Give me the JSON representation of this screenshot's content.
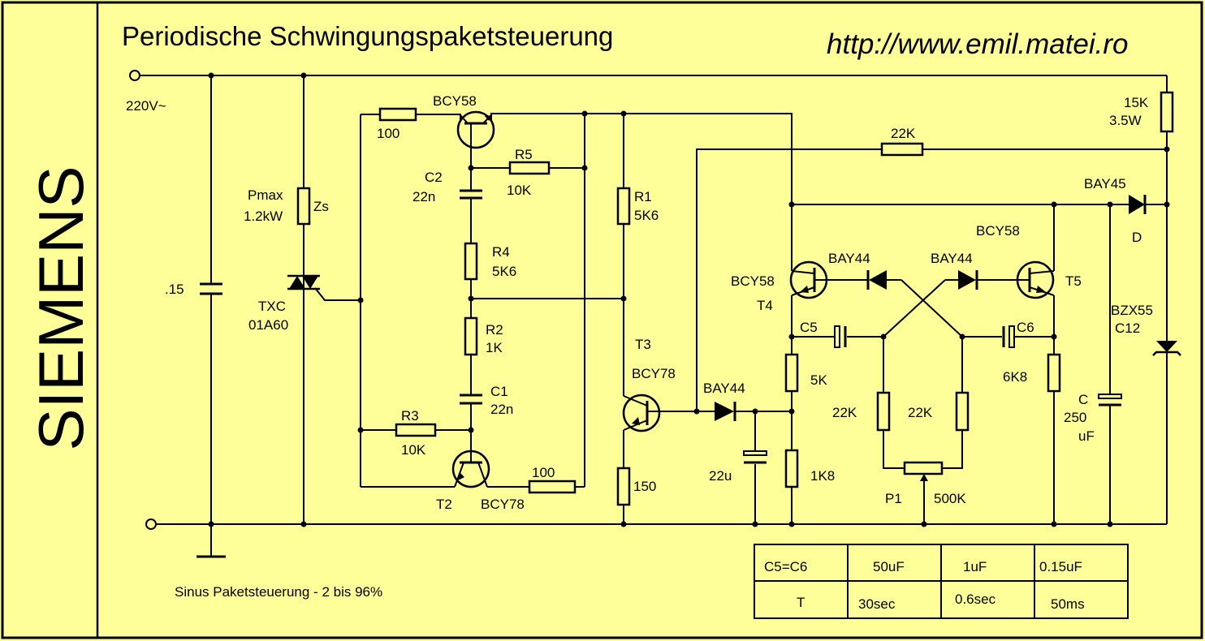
{
  "title": "Periodische Schwingungspaketsteuerung",
  "url": "http://www.emil.matei.ro",
  "brand": "SIEMENS",
  "caption": "Sinus Paketsteuerung - 2 bis 96%",
  "colors": {
    "background": "#ffff99",
    "ink": "#000000"
  },
  "labels": {
    "supply": "220V~",
    "cap_main": ".15",
    "pmax": "Pmax",
    "pmax_value": "1.2kW",
    "zs": "Zs",
    "txc": "TXC",
    "txc_type": "01A60",
    "r_100_top": "100",
    "bcy58_top": "BCY58",
    "r5": "R5",
    "r5_value": "10K",
    "c2": "C2",
    "c2_value": "22n",
    "r4": "R4",
    "r4_value": "5K6",
    "r2": "R2",
    "r2_value": "1K",
    "c1": "C1",
    "c1_value": "22n",
    "r3": "R3",
    "r3_value": "10K",
    "t2": "T2",
    "t2_type": "BCY78",
    "r_100_bottom": "100",
    "r1": "R1",
    "r1_value": "5K6",
    "t3": "T3",
    "t3_type": "BCY78",
    "r_150": "150",
    "d_bay44_mid": "BAY44",
    "c_22u": "22u",
    "r_22k_long": "22K",
    "r_15k": "15K",
    "r_15k_power": "3.5W",
    "bay45": "BAY45",
    "d_label": "D",
    "t4_type": "BCY58",
    "t4": "T4",
    "bay44_left": "BAY44",
    "bay44_right": "BAY44",
    "t5_type": "BCY58",
    "t5": "T5",
    "c5": "C5",
    "c6": "C6",
    "r_5k": "5K",
    "r_1k8": "1K8",
    "r_22k_a": "22K",
    "r_22k_b": "22K",
    "r_6k8": "6K8",
    "p1": "P1",
    "p1_value": "500K",
    "c_main": "C",
    "c_main_value": "250",
    "c_main_unit": "uF",
    "bzx55": "BZX55",
    "bzx55_type": "C12"
  },
  "table": {
    "rows": [
      [
        "C5=C6",
        "50uF",
        "1uF",
        "0.15uF"
      ],
      [
        "T",
        "30sec",
        "0.6sec",
        "50ms"
      ]
    ]
  }
}
